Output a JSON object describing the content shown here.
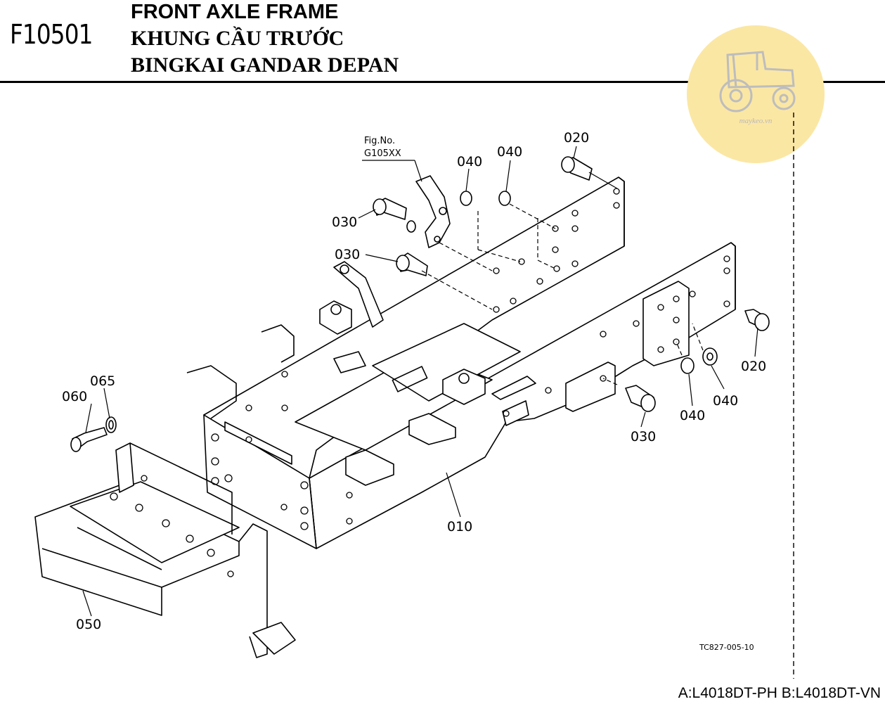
{
  "header": {
    "code": "F10501",
    "title_en": "FRONT AXLE FRAME",
    "title_vi": "KHUNG CẦU TRƯỚC",
    "title_id": "BINGKAI GANDAR DEPAN"
  },
  "figure_ref": {
    "line1": "Fig.No.",
    "line2": "G105XX"
  },
  "callouts": {
    "c010": "010",
    "c020a": "020",
    "c020b": "020",
    "c030a": "030",
    "c030b": "030",
    "c030c": "030",
    "c040a": "040",
    "c040b": "040",
    "c040c": "040",
    "c040d": "040",
    "c050": "050",
    "c060": "060",
    "c065": "065"
  },
  "drawing_code": "TC827-005-10",
  "models": "A:L4018DT-PH B:L4018DT-VN",
  "watermark": {
    "text": "maykeo.vn",
    "icon": "tractor-icon"
  }
}
